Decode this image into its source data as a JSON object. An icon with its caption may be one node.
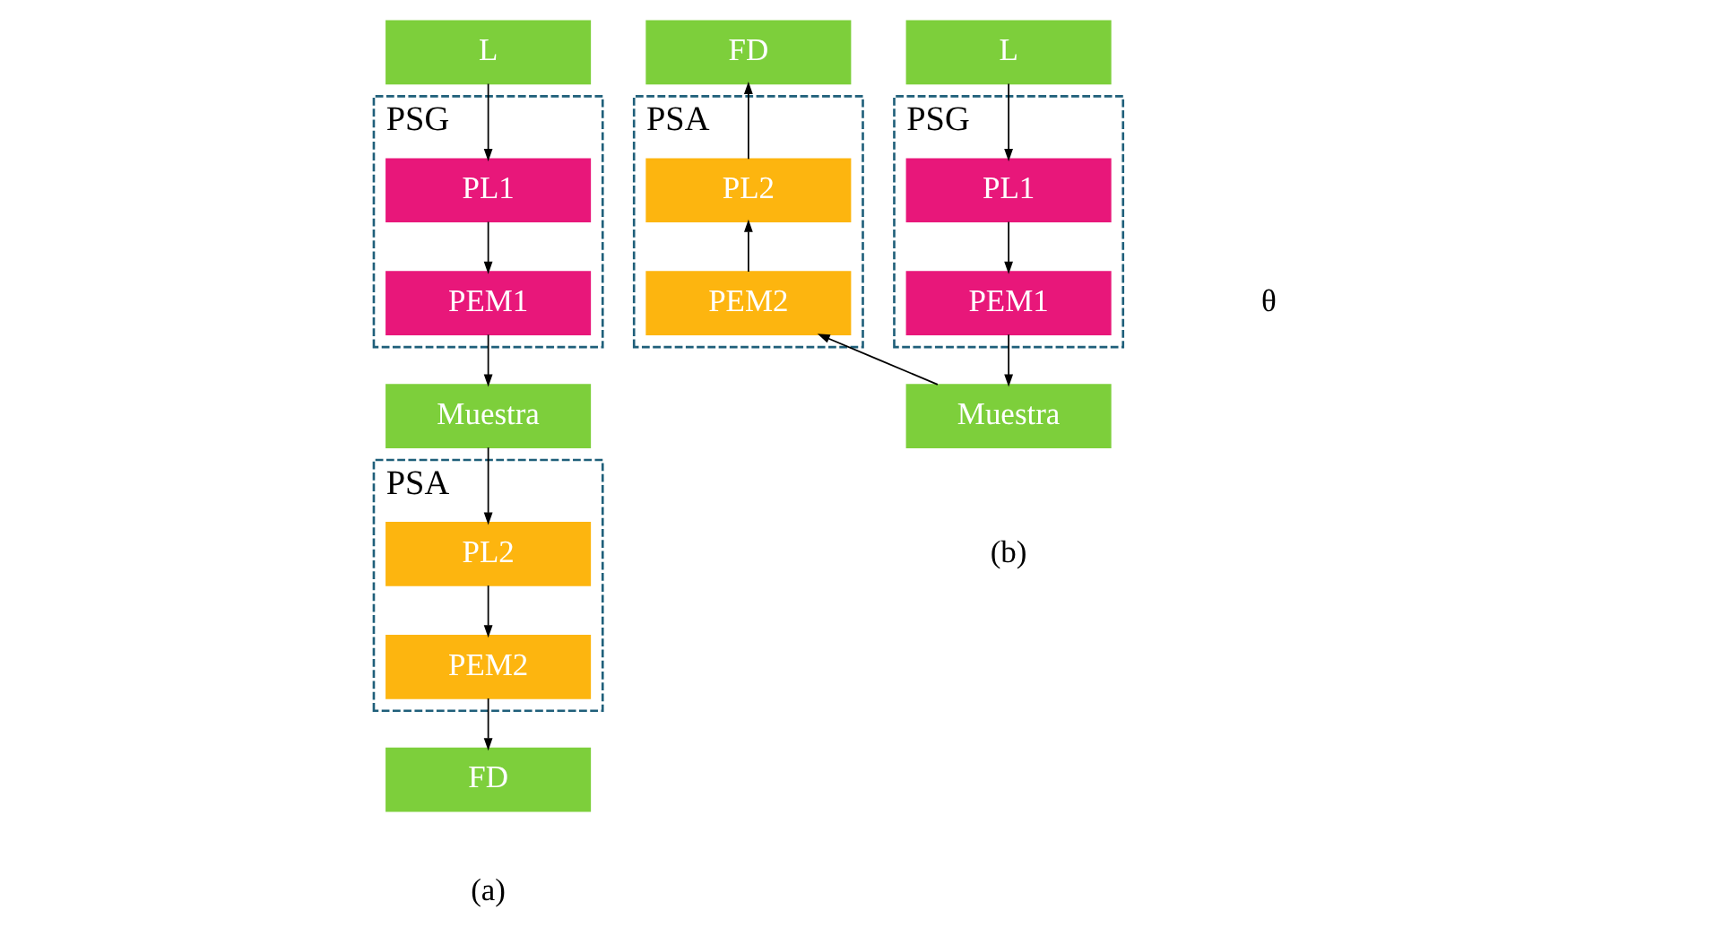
{
  "diagram": {
    "nodes": [
      {
        "text": [
          "L"
        ]
      },
      {
        "text": [
          "PSG"
        ]
      },
      {
        "text": [
          "PL1"
        ],
        "in": 1
      },
      {
        "text": [
          "PEM1"
        ],
        "in": 1
      },
      {
        "text": [
          "Muestra"
        ]
      },
      {
        "text": [
          "PSA"
        ]
      },
      {
        "text": [
          "PL2"
        ],
        "in": 5
      },
      {
        "text": [
          "PEM2"
        ],
        "in": 5
      },
      {
        "text": [
          "FD"
        ]
      },
      {
        "text": [
          "FD"
        ]
      },
      {
        "text": [
          "PSA"
        ]
      },
      {
        "text": [
          "PL2"
        ],
        "in": 10
      },
      {
        "text": [
          "PEM2"
        ],
        "in": 10
      },
      {
        "text": [
          "L"
        ]
      },
      {
        "text": [
          "PSG"
        ]
      },
      {
        "text": [
          "PL1"
        ],
        "in": 14
      },
      {
        "text": [
          "PEM1"
        ],
        "in": 14
      },
      {
        "text": [
          "Muestra"
        ]
      }
    ],
    "edges": [
      {
        "from": 0,
        "to": 2,
        "arrow": "to"
      },
      {
        "from": 2,
        "to": 3,
        "arrow": "to"
      },
      {
        "from": 3,
        "to": 4,
        "arrow": "to"
      },
      {
        "from": 4,
        "to": 6,
        "arrow": "to"
      },
      {
        "from": 6,
        "to": 7,
        "arrow": "to"
      },
      {
        "from": 7,
        "to": 8,
        "arrow": "to"
      },
      {
        "from": 11,
        "to": 9,
        "arrow": "to"
      },
      {
        "from": 12,
        "to": 11,
        "arrow": "to"
      },
      {
        "from": 17,
        "to": 12,
        "arrow": "to"
      },
      {
        "from": 13,
        "to": 15,
        "arrow": "to"
      },
      {
        "from": 15,
        "to": 16,
        "arrow": "to"
      },
      {
        "from": 16,
        "to": 17,
        "arrow": "to"
      }
    ],
    "labels": [
      "θ",
      "(a)",
      "(b)"
    ]
  }
}
